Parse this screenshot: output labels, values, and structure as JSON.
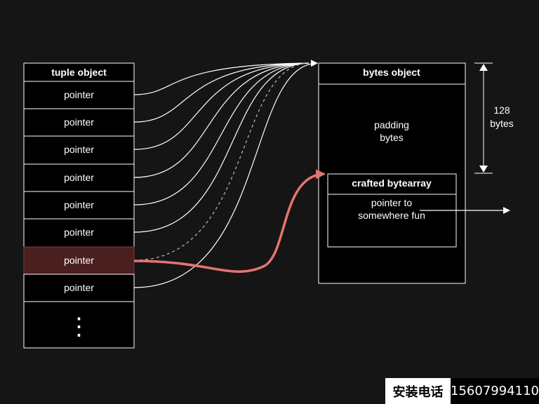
{
  "tuple": {
    "title": "tuple object",
    "items": [
      "pointer",
      "pointer",
      "pointer",
      "pointer",
      "pointer",
      "pointer",
      "pointer",
      "pointer"
    ],
    "ellipsis": "⋮",
    "highlight_index": 6
  },
  "bytes": {
    "title": "bytes object",
    "padding_line1": "padding",
    "padding_line2": "bytes",
    "size_line1": "128",
    "size_line2": "bytes"
  },
  "crafted": {
    "title": "crafted bytearray",
    "line1": "pointer to",
    "line2": "somewhere fun"
  },
  "colors": {
    "background": "#151515",
    "line": "#ffffff",
    "highlight_fill": "#4a1f1f",
    "highlight_stroke": "#7a3a3a",
    "arrow": "#e57373"
  },
  "overlay": {
    "label": "安装电话",
    "phone": "15607994110"
  }
}
